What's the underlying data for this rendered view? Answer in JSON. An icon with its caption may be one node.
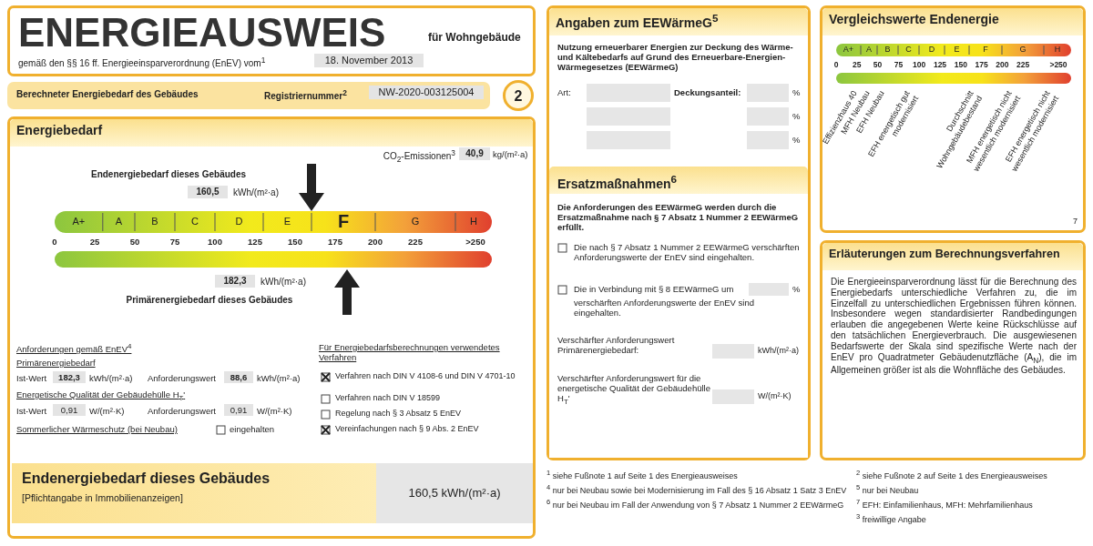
{
  "diagram": {
    "nodes": [
      {
        "text": [
          "ENERGIEAUSWEIS",
          "für Wohngebäude",
          "gemäß den §§ 16 ff. Energieeinsparverordnung (EnEV) vom$^{1}$",
          "18. November 2013"
        ]
      },
      {
        "text": [
          "Berechneter Energiebedarf des Gebäudes",
          "Registriernummer$^{2}$",
          "NW-2020-003125004"
        ]
      },
      {
        "text": [
          "2"
        ]
      },
      {
        "text": [
          "Energiebedarf"
        ]
      },
      {
        "text": [
          "Endenergiebedarf dieses Gebäudes",
          "[Pflichtangabe in Immobilienanzeigen]",
          "160,5 kWh/(m²·a)"
        ],
        "in": 3
      },
      {
        "text": [
          "Angaben zum EEWärmeG$^{5}$"
        ]
      },
      {
        "text": [
          "Ersatzmaßnahmen$^{6}$"
        ],
        "in": 5
      },
      {
        "text": [
          "Vergleichswerte Endenergie"
        ]
      },
      {
        "text": [
          "Erläuterungen zum Berechnungsverfahren"
        ]
      }
    ],
    "labels": [
      "CO$_{2}$-Emissionen$^{3}$",
      "40,9",
      "kg/(m²·a)",
      "Endenergiebedarf dieses Gebäudes",
      "160,5",
      "kWh/(m²·a)",
      "A+",
      "A",
      "B",
      "C",
      "D",
      "E",
      "F",
      "G",
      "H",
      "0",
      "25",
      "50",
      "75",
      "100",
      "125",
      "150",
      "175",
      "200",
      "225",
      ">250",
      "182,3",
      "kWh/(m²·a)",
      "Primärenergiebedarf dieses Gebäudes",
      "Anforderungen gemäß EnEV$^{4}$",
      "Primärenergiebedarf",
      "Ist-Wert",
      "182,3",
      "kWh/(m²·a)",
      "Anforderungswert",
      "88,6",
      "kWh/(m²·a)",
      "Energetische Qualität der Gebäudehülle H$_{T}$'",
      "Ist-Wert",
      "0,91",
      "W/(m²·K)",
      "Anforderungswert",
      "0,91",
      "W/(m²·K)",
      "Sommerlicher Wärmeschutz (bei Neubau)",
      "eingehalten",
      "Für Energiebedarfsberechnungen verwendetes Verfahren",
      "Verfahren nach DIN V 4108-6 und DIN V 4701-10",
      "Verfahren nach DIN V 18599",
      "Regelung nach § 3 Absatz 5 EnEV",
      "Vereinfachungen nach § 9 Abs. 2 EnEV",
      "Nutzung erneuerbarer Energien zur Deckung des Wärme- und Kältebedarfs auf Grund des Erneuerbare-Energien-Wärmegesetzes (EEWärmeG)",
      "Art:",
      "Deckungsanteil:",
      "%",
      "%",
      "%",
      "Die Anforderungen des EEWärmeG werden durch die Ersatzmaßnahme nach § 7 Absatz 1 Nummer 2 EEWärmeG erfüllt.",
      "Die nach § 7 Absatz 1 Nummer 2 EEWärmeG verschärften Anforderungswerte der EnEV sind eingehalten.",
      "Die in Verbindung mit § 8 EEWärmeG um",
      "%",
      "verschärften Anforderungswerte der EnEV sind eingehalten.",
      "Verschärfter Anforderungswert Primärenergiebedarf:",
      "kWh/(m²·a)",
      "Verschärfter Anforderungswert für die energetische Qualität der Gebäudehülle H$_{T}$'",
      "W/(m²·K)",
      "A+",
      "A",
      "B",
      "C",
      "D",
      "E",
      "F",
      "G",
      "H",
      "0",
      "25",
      "50",
      "75",
      "100",
      "125",
      "150",
      "175",
      "200",
      "225",
      ">250",
      "Effizienzhaus 40",
      "MFH Neubau",
      "EFH Neubau",
      "EFH energetisch gut modernisiert",
      "Durchschnitt Wohngebäudebestand",
      "MFH energetisch nicht wesentlich modernisiert",
      "EFH energetisch nicht wesentlich modernisiert",
      "7",
      "Die Energieeinsparverordnung lässt für die Berechnung des Energiebedarfs unterschiedliche Verfahren zu, die im Einzelfall zu unterschiedlichen Ergebnissen führen können. Insbesondere wegen standardisierter Randbedingungen erlauben die angegebenen Werte keine Rückschlüsse auf den tatsächlichen Energieverbrauch. Die ausgewiesenen Bedarfswerte der Skala sind spezifische Werte nach der EnEV pro Quadratmeter Gebäudenutzfläche (A$_{N}$), die im Allgemeinen größer ist als die Wohnfläche des Gebäudes.",
      "$^{1}$ siehe Fußnote 1 auf Seite 1 des Energieausweises",
      "$^{2}$ siehe Fußnote 2 auf Seite 1 des Energieausweises",
      "$^{3}$ freiwillige Angabe",
      "$^{4}$ nur bei Neubau sowie bei Modernisierung im Fall des § 16 Absatz 1 Satz 3 EnEV",
      "$^{5}$ nur bei Neubau",
      "$^{6}$ nur bei Neubau im Fall der Anwendung von § 7 Absatz 1 Nummer 2 EEWärmeG",
      "$^{7}$ EFH: Einfamilienhaus, MFH: Mehrfamilienhaus"
    ]
  }
}
